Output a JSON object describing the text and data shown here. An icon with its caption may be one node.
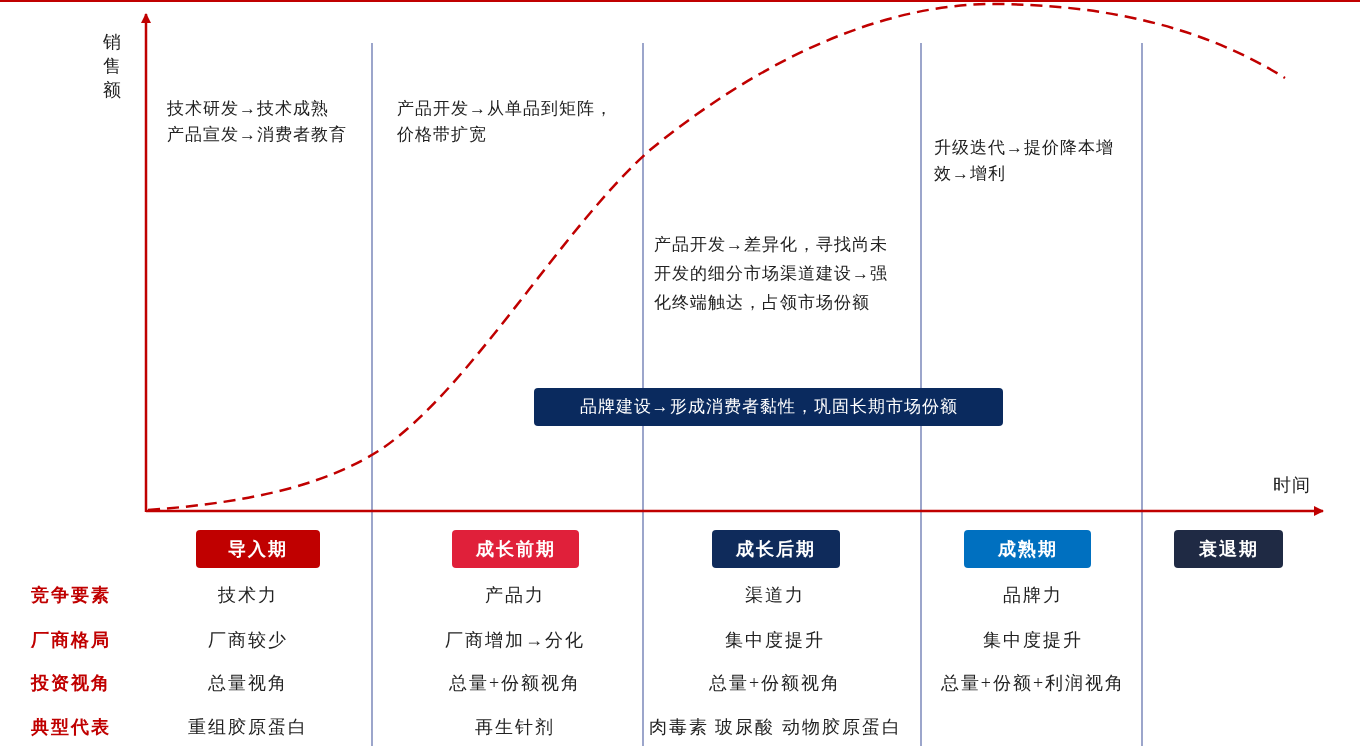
{
  "diagram": {
    "nodes": [
      {
        "text": [
          "导入期"
        ]
      },
      {
        "text": [
          "成长前期"
        ]
      },
      {
        "text": [
          "成长后期"
        ]
      },
      {
        "text": [
          "成熟期"
        ]
      },
      {
        "text": [
          "衰退期"
        ]
      },
      {
        "text": [
          "品牌建设→形成消费者黏性，巩固长期市场份额"
        ]
      }
    ],
    "edges": [],
    "labels": [
      "销售额",
      "技术研发→技术成熟",
      "产品宣发→消费者教育",
      "产品开发→从单品到矩阵，价格带扩宽",
      "升级迭代→提价降本增效→增利",
      "产品开发→差异化，寻找尚未开发的细分市场渠道建设→强化终端触达，占领市场份额",
      "时间",
      "竞争要素",
      "技术力",
      "产品力",
      "渠道力",
      "品牌力",
      "厂商格局",
      "厂商较少",
      "厂商增加→分化",
      "集中度提升",
      "集中度提升",
      "投资视角",
      "总量视角",
      "总量+份额视角",
      "总量+份额视角",
      "总量+份额+利润视角",
      "典型代表",
      "重组胶原蛋白",
      "再生针剂",
      "肉毒素 玻尿酸 动物胶原蛋白"
    ]
  }
}
